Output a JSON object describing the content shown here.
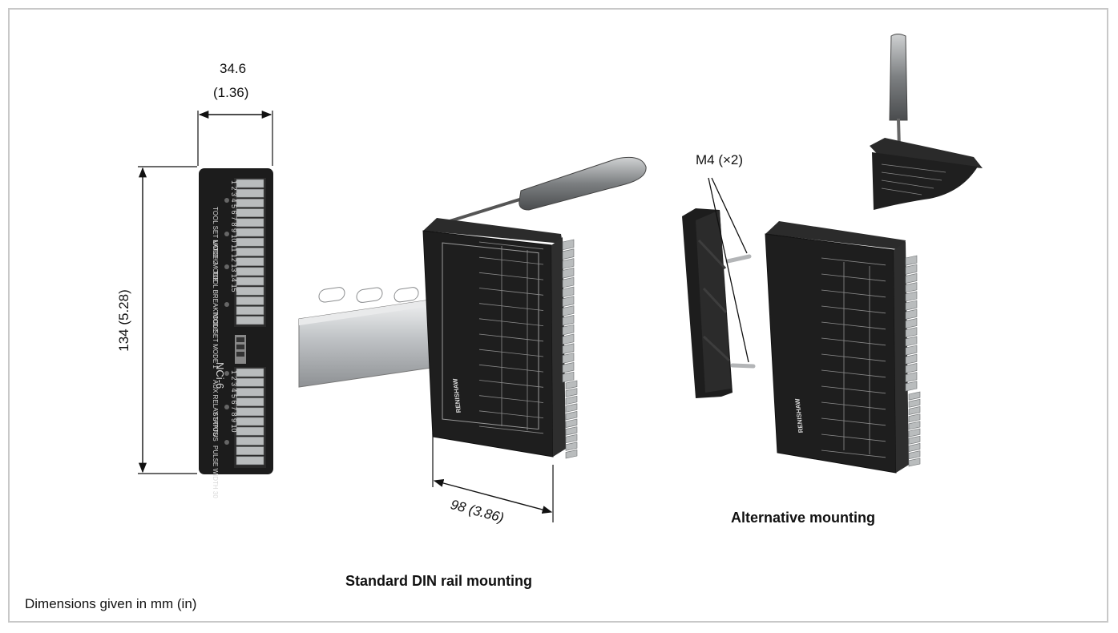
{
  "dimensions": {
    "width_mm": "34.6",
    "width_in": "(1.36)",
    "height": "134 (5.28)",
    "depth": "98 (3.86)"
  },
  "screw_label": "M4 (×2)",
  "captions": {
    "standard": "Standard DIN rail mounting",
    "alternative": "Alternative mounting"
  },
  "footnote": "Dimensions given in mm (in)",
  "front_panel": {
    "model": "NCi-6",
    "top_terminal_numbers": "1 2 3 4 5 6 7 8 9 10 11 12 13 14 15",
    "bottom_terminal_numbers": "1 2 3 4 5 6 7 8 9 10",
    "labels": [
      "TOOL SET MODE 2",
      "LATCH MODE",
      "TOOL BREAK MODE",
      "TOOL SET MODE 1",
      "AUX RELAY STATUS",
      "STATUS",
      "PULSE WIDTH 30"
    ]
  },
  "brand": "RENISHAW",
  "colors": {
    "frame": "#c8c8c8",
    "device_body": "#1c1c1c",
    "terminal": "#b9bcbd",
    "rail": "#c9cccf",
    "screwdriver_handle": "#8a8c8e"
  }
}
